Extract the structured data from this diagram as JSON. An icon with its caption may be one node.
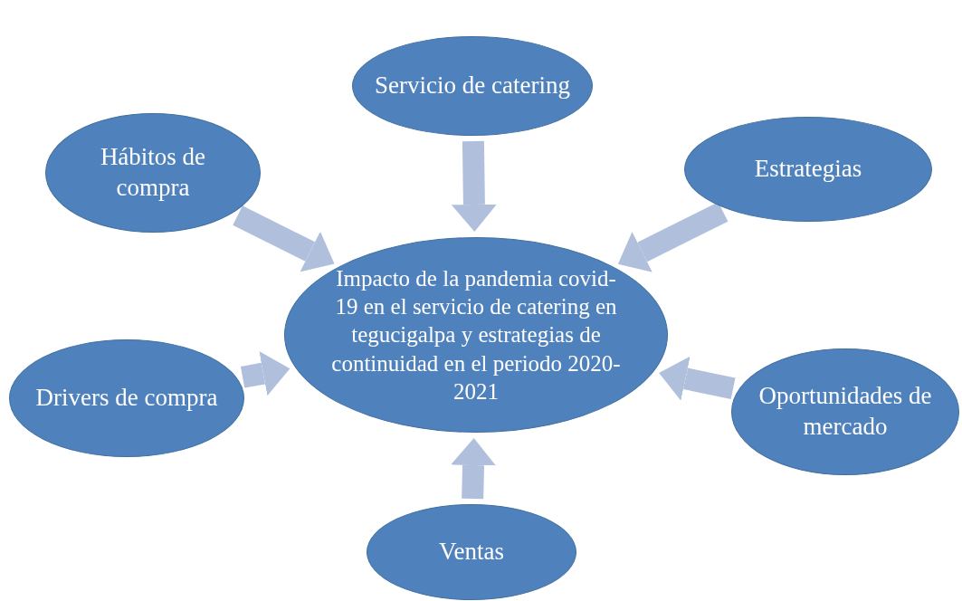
{
  "diagram": {
    "nodes": [
      {
        "text": [
          "Impacto de la pandemia covid-19 en el servicio de catering en tegucigalpa y estrategias de continuidad en el periodo 2020-2021"
        ]
      },
      {
        "text": [
          "Servicio de catering"
        ]
      },
      {
        "text": [
          "Hábitos de compra"
        ]
      },
      {
        "text": [
          "Estrategias"
        ]
      },
      {
        "text": [
          "Drivers de compra"
        ]
      },
      {
        "text": [
          "Oportunidades de mercado"
        ]
      },
      {
        "text": [
          "Ventas"
        ]
      }
    ],
    "edges": [
      {
        "from": 1,
        "to": 0,
        "arrow": "to"
      },
      {
        "from": 2,
        "to": 0,
        "arrow": "to"
      },
      {
        "from": 3,
        "to": 0,
        "arrow": "to"
      },
      {
        "from": 4,
        "to": 0,
        "arrow": "to"
      },
      {
        "from": 5,
        "to": 0,
        "arrow": "to"
      },
      {
        "from": 6,
        "to": 0,
        "arrow": "to"
      }
    ]
  }
}
